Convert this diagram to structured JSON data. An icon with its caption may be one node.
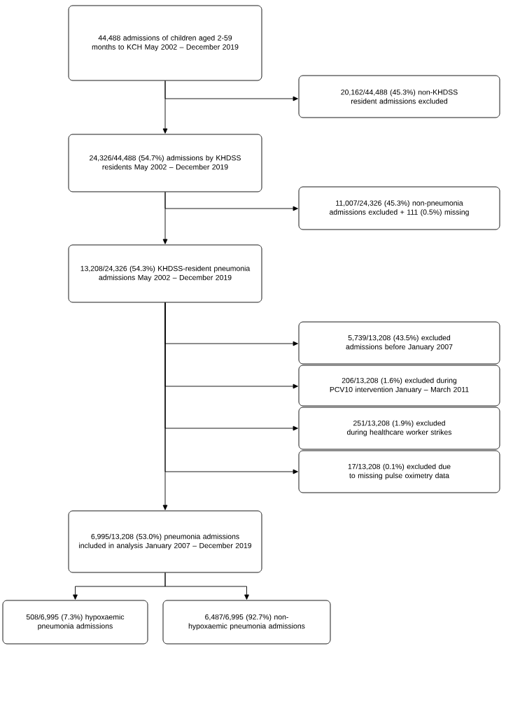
{
  "diagram": {
    "nodes": [
      {
        "text": [
          "44,488 admissions of children aged 2-59 months to KCH May 2002 – December 2019"
        ]
      },
      {
        "text": [
          "20,162/44,488 (45.3%) non-KHDSS resident admissions excluded"
        ]
      },
      {
        "text": [
          "24,326/44,488 (54.7%) admissions by KHDSS residents May 2002 – December 2019"
        ]
      },
      {
        "text": [
          "11,007/24,326 (45.3%) non-pneumonia admissions excluded + 111 (0.5%) missing"
        ]
      },
      {
        "text": [
          "13,208/24,326 (54.3%) KHDSS-resident pneumonia admissions May 2002 – December 2019"
        ]
      },
      {
        "text": [
          "5,739/13,208 (43.5%) excluded admissions before January 2007"
        ]
      },
      {
        "text": [
          "206/13,208 (1.6%) excluded during PCV10 intervention January – March 2011"
        ]
      },
      {
        "text": [
          "251/13,208 (1.9%) excluded during healthcare worker strikes"
        ]
      },
      {
        "text": [
          "17/13,208 (0.1%) excluded due to missing pulse oximetry data"
        ]
      },
      {
        "text": [
          "6,995/13,208 (53.0%) pneumonia admissions included in analysis January 2007 – December 2019"
        ]
      },
      {
        "text": [
          "508/6,995 (7.3%) hypoxaemic pneumonia admissions"
        ]
      },
      {
        "text": [
          "6,487/6,995 (92.7%) non-hypoxaemic pneumonia admissions"
        ]
      }
    ],
    "edges": [
      {
        "from": 0,
        "to": 2,
        "arrow": "to"
      },
      {
        "from": 0,
        "to": 1,
        "arrow": "to"
      },
      {
        "from": 2,
        "to": 4,
        "arrow": "to"
      },
      {
        "from": 2,
        "to": 3,
        "arrow": "to"
      },
      {
        "from": 4,
        "to": 9,
        "arrow": "to"
      },
      {
        "from": 4,
        "to": 5,
        "arrow": "to"
      },
      {
        "from": 4,
        "to": 6,
        "arrow": "to"
      },
      {
        "from": 4,
        "to": 7,
        "arrow": "to"
      },
      {
        "from": 4,
        "to": 8,
        "arrow": "to"
      },
      {
        "from": 9,
        "to": 10,
        "arrow": "to"
      },
      {
        "from": 9,
        "to": 11,
        "arrow": "to"
      }
    ]
  }
}
